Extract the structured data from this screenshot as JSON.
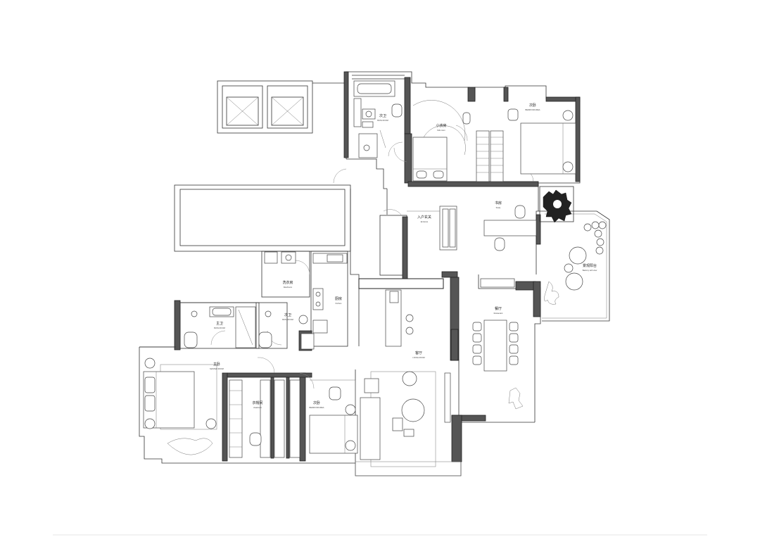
{
  "rooms": {
    "secondary_bath": {
      "zh": "次卫",
      "en": "BATH ROOM"
    },
    "kids_room": {
      "zh": "小孩房",
      "en": "Kids room"
    },
    "second_bedroom_top": {
      "zh": "次卧",
      "en": "BEDROOM AREA"
    },
    "entrance": {
      "zh": "入户玄关",
      "en": "Entrance"
    },
    "study": {
      "zh": "书房",
      "en": "Study"
    },
    "balcony": {
      "zh": "景观阳台",
      "en": "Balcony with view"
    },
    "laundry": {
      "zh": "洗衣房",
      "en": "Washroom"
    },
    "kitchen": {
      "zh": "厨房",
      "en": "Kitchen"
    },
    "master_bath": {
      "zh": "主卫",
      "en": "BATH ROOM"
    },
    "second_bath_lower": {
      "zh": "次卫",
      "en": "BATH ROOM"
    },
    "dining": {
      "zh": "餐厅",
      "en": "Restaurant"
    },
    "living": {
      "zh": "客厅",
      "en": "LIVING ROOM"
    },
    "master_bedroom": {
      "zh": "主卧",
      "en": "MASTER ROOM"
    },
    "cloakroom": {
      "zh": "衣帽间",
      "en": "cloakroom"
    },
    "second_bedroom_bottom": {
      "zh": "次卧",
      "en": "BEDROOM AREA"
    }
  },
  "colors": {
    "wall_fill": "#555555",
    "line": "#222222",
    "background": "#ffffff"
  }
}
